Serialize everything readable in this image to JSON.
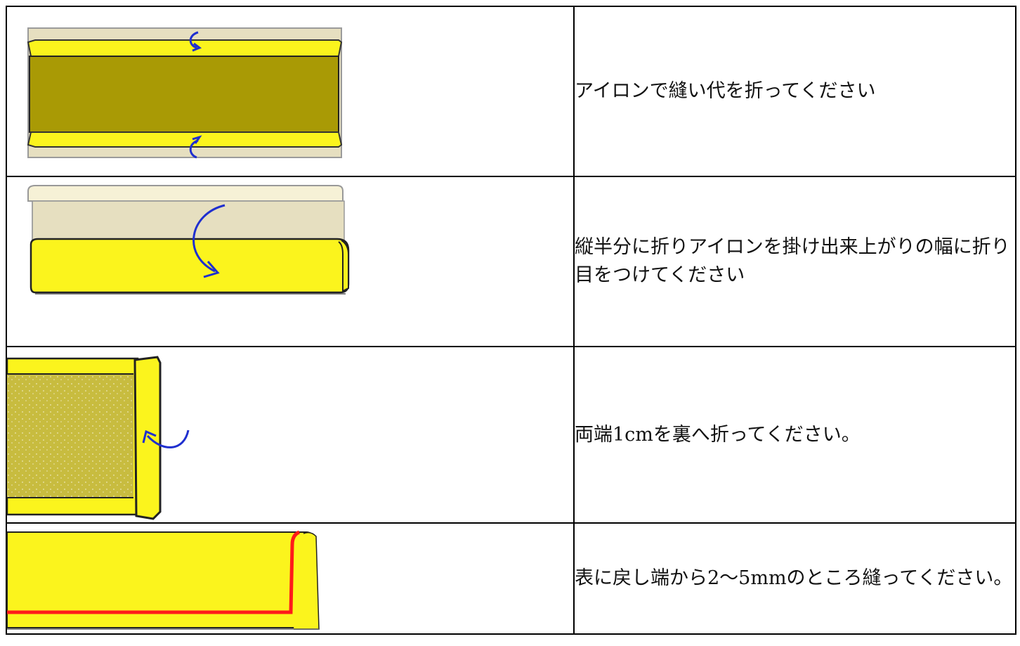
{
  "steps": [
    {
      "instruction": "アイロンで縫い代を折ってください"
    },
    {
      "instruction": "縦半分に折りアイロンを掛け出来上がりの幅に折り目をつけてください"
    },
    {
      "instruction": "両端1cmを裏へ折ってください。"
    },
    {
      "instruction": "表に戻し端から2〜5mmのところ縫ってください。"
    }
  ],
  "colors": {
    "fabric_light": "#e6dfc0",
    "fabric_dark": "#a99a05",
    "fabric_yellow": "#fbf41d",
    "fabric_cream": "#f6f1d6",
    "fabric_inner": "#c8bc3f",
    "arrow_blue": "#1f2fcf",
    "stitch_red": "#ff1a1a"
  }
}
